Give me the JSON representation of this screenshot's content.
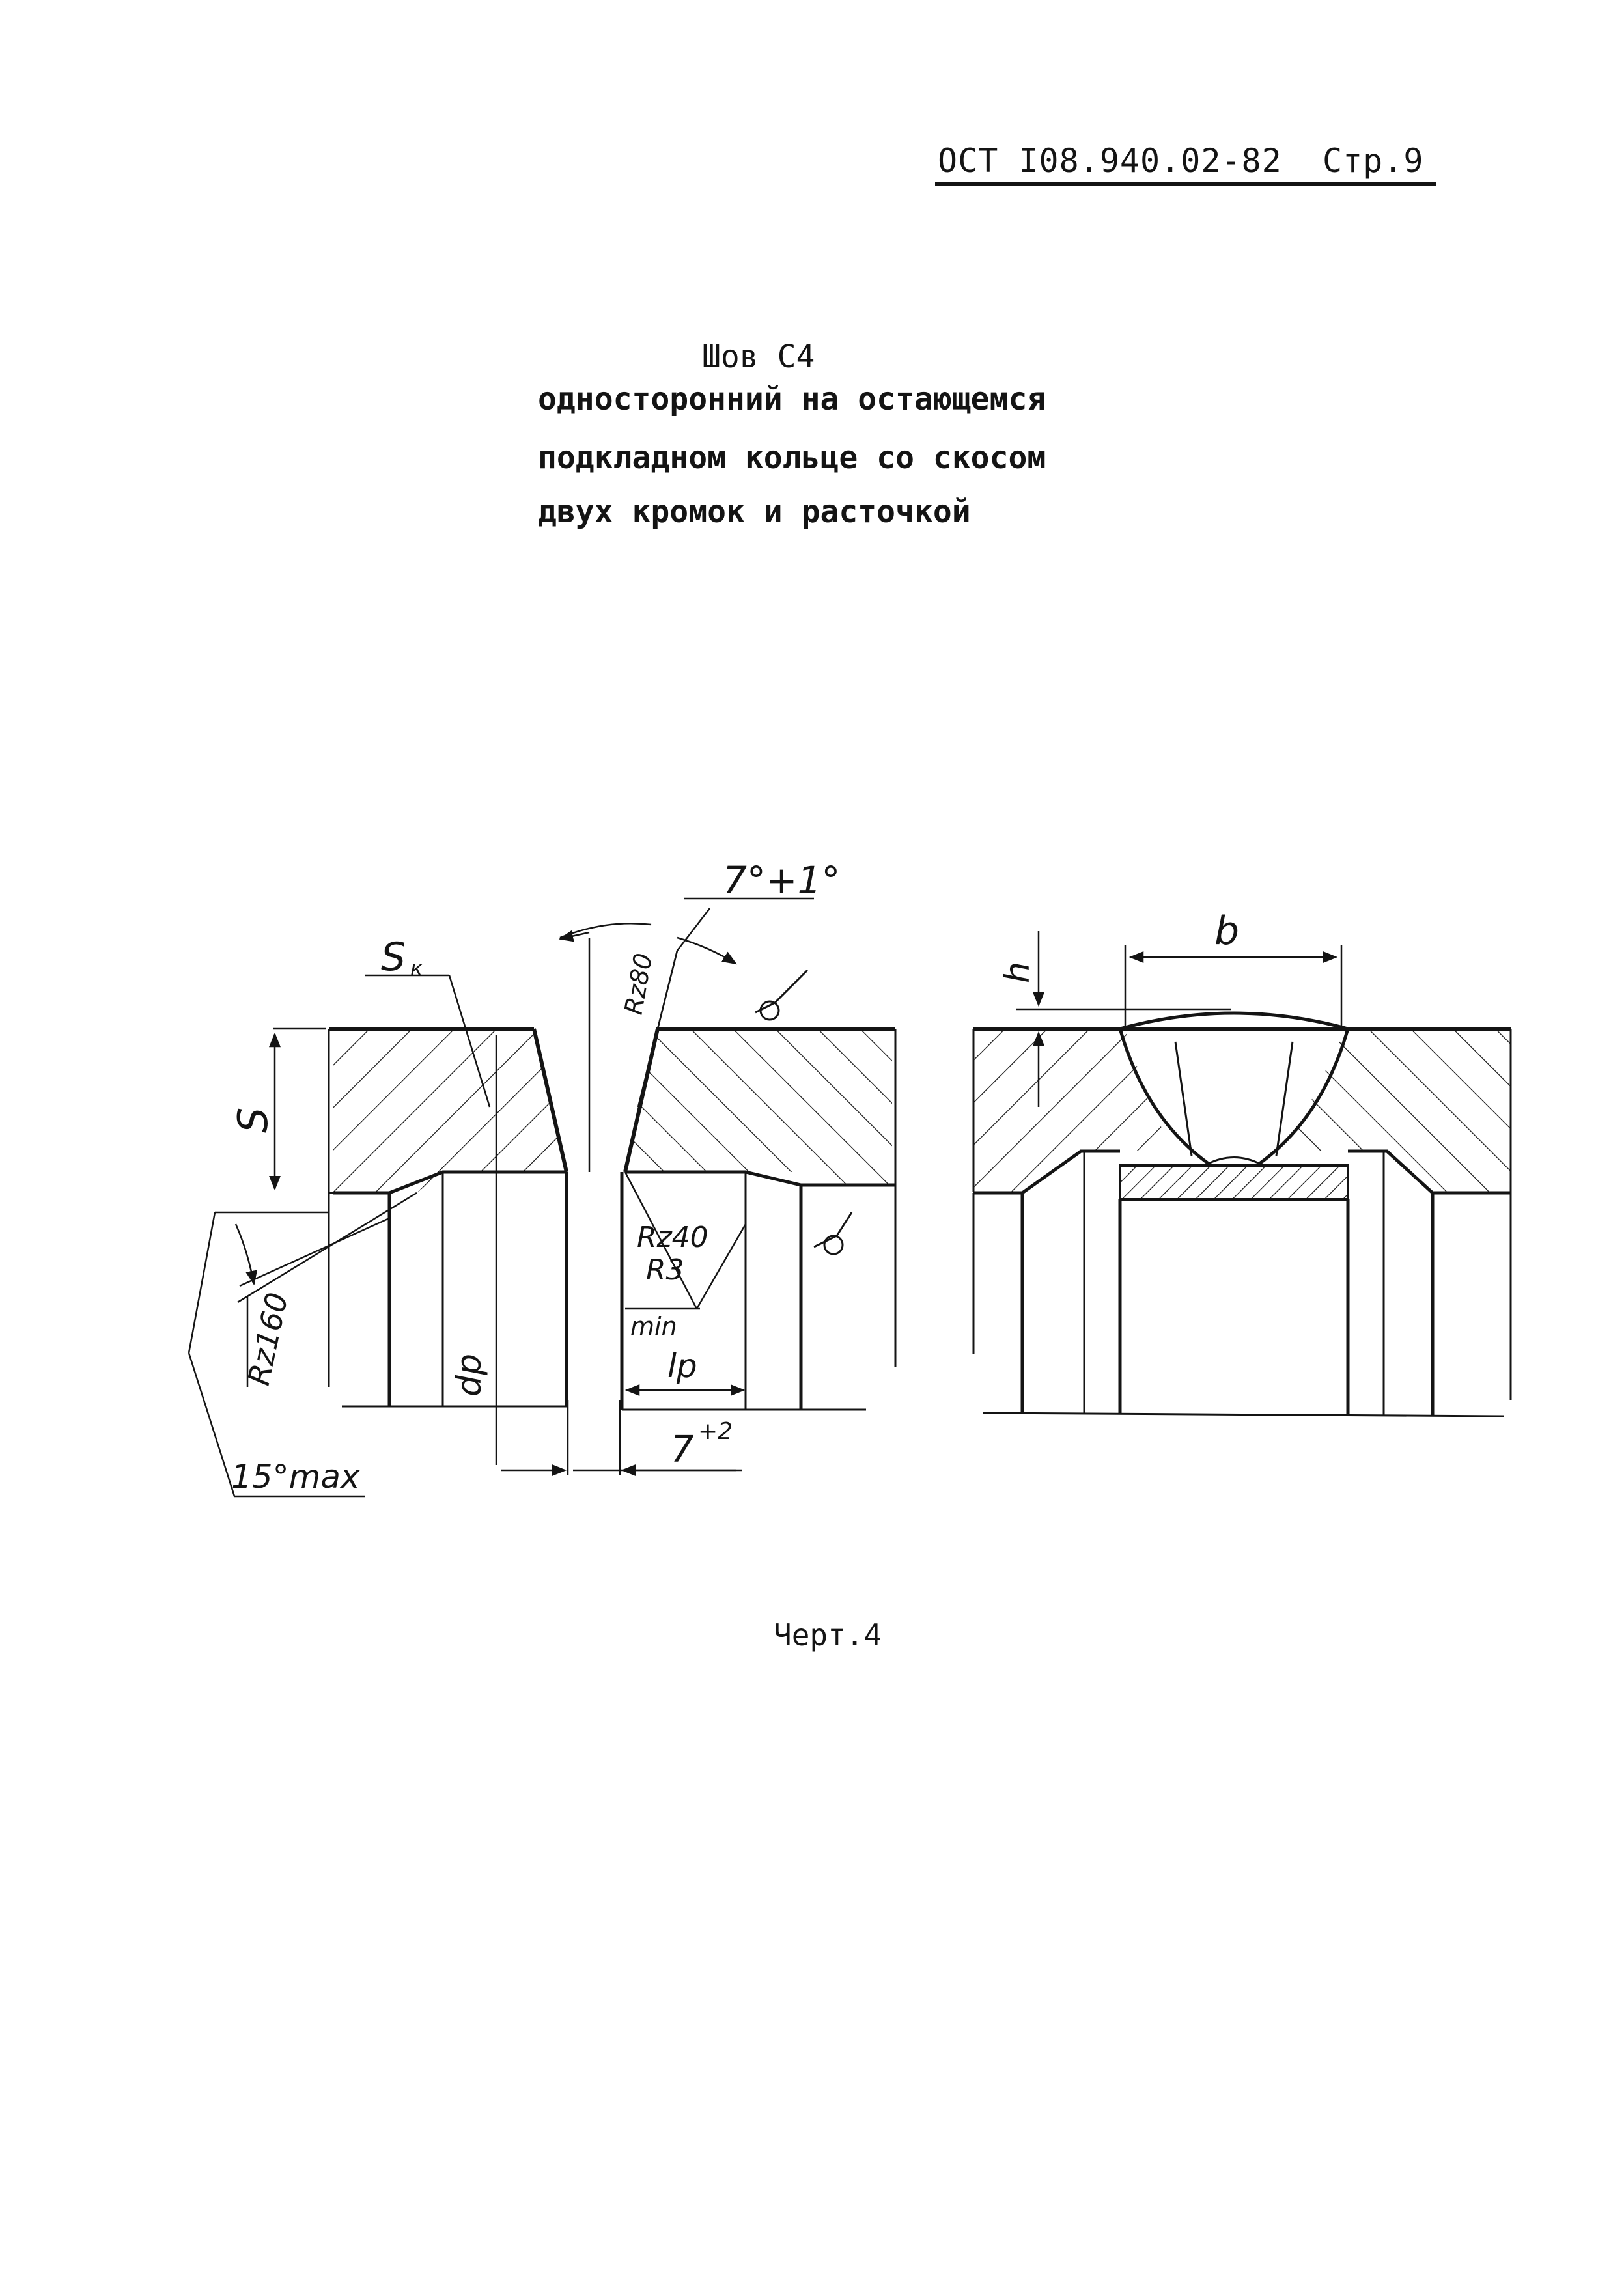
{
  "header": {
    "document_code": "ОСТ I08.940.02-82",
    "page_label": "Стр.9"
  },
  "title": {
    "line1": "Шов С4",
    "line2": "односторонний на остающемся",
    "line3": "подкладном кольце со скосом",
    "line4": "двух кромок и расточкой"
  },
  "drawing": {
    "label_sk": "S",
    "label_sk_sub": "к",
    "label_s": "S",
    "label_angle_top": "7°+1°",
    "label_rz80": "Rz80",
    "label_rz40": "Rz40",
    "label_r3": "R3",
    "label_min": "min",
    "label_rz160": "Rz160",
    "label_dp": "dp",
    "label_lp": "lp",
    "label_gap": "7",
    "label_gap_tol": "+2",
    "label_15max": "15°max",
    "label_h": "h",
    "label_b": "b"
  },
  "caption": "Черт.4"
}
